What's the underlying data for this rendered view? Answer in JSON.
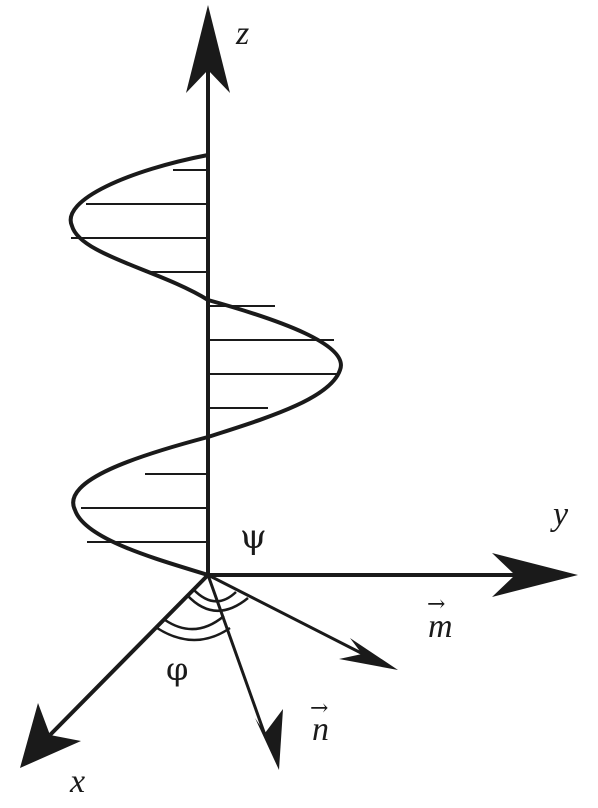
{
  "axes": {
    "z_label": "z",
    "y_label": "y",
    "x_label": "x"
  },
  "vectors": {
    "m_label": "m",
    "n_label": "n",
    "arrow_symbol": "→"
  },
  "angles": {
    "psi_label": "ψ",
    "phi_label": "φ"
  },
  "colors": {
    "ink": "#1a1a1a",
    "background": "#ffffff"
  }
}
